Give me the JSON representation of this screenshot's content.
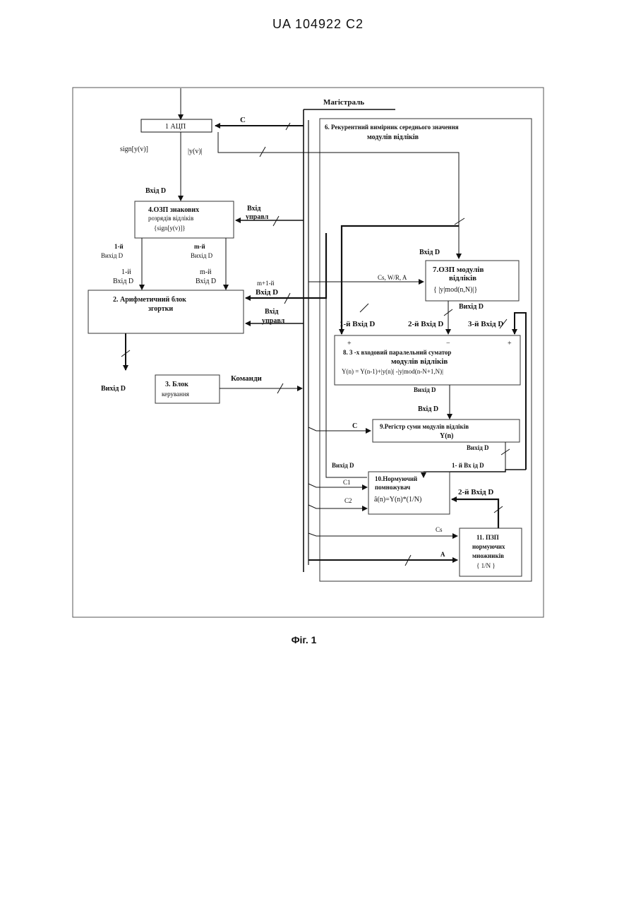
{
  "document": {
    "header": "UA   104922   C2",
    "caption": "Фіг. 1"
  },
  "diagram": {
    "bus_label": "Магістраль",
    "block_adc": "1 АЦП",
    "label_c_top": "C",
    "label_sign": "sign[y(v)]",
    "label_abs": "|y(v)|",
    "block6_title_1": "6. Рекурентний вимірник середнього значення",
    "block6_title_2": "модулів відліків",
    "label_input_d_4": "Вхід D",
    "block4_l1": "4.ОЗП знакових",
    "block4_l2": "розрядів відліків",
    "block4_l3": "{sign[y(v)]}",
    "label_ctrl_in_4a": "Вхід",
    "label_ctrl_in_4b": "управл",
    "out_1_a": "1-й",
    "out_1_b": "Вихід D",
    "out_m_a": "m-й",
    "out_m_b": "Вихід D",
    "in_1_a": "1-й",
    "in_1_b": "Вхід D",
    "in_m_a": "m-й",
    "in_m_b": "Вхід D",
    "in_m1_a": "m+1-й",
    "in_m1_b": "Вхід D",
    "block2_l1": "2. Арифметичний блок",
    "block2_l2": "згортки",
    "label_ctrl_in_2a": "Вхід",
    "label_ctrl_in_2b": "управл",
    "label_output_d": "Вихід  D",
    "block3_l1": "3. Блок",
    "block3_l2": "керування",
    "label_commands": "Команди",
    "label_input_d_7": "Вхід D",
    "block7_l1": "7.ОЗП модулів",
    "block7_l2": "відліків",
    "block7_l3": "{ |y|mod(n,N)|}",
    "label_cs_wr_a": "Cs, W/R, A",
    "label_output_d_7": "Вихід D",
    "in8_1": "1-й Вхід D",
    "in8_2": "2-й Вхід D",
    "in8_3": "3-й Вхід D",
    "sign_plus_1": "+",
    "sign_minus": "−",
    "sign_plus_2": "+",
    "block8_l1": "8.    3 -х входовий паралельний суматор",
    "block8_l2": "модулів  відліків",
    "block8_l3": "Y(n)  =  Y(n-1)+|y(n)| -|y|mod(n-N+1,N)|",
    "label_output_d_8": "Вихід D",
    "label_input_d_9": "Вхід D",
    "label_c_9": "C",
    "block9_l1": "9.Регістр суми модулів відліків",
    "block9_l2": "Y(n)",
    "label_output_d_9": "Вихід D",
    "label_output_d_left": "Вихід D",
    "label_in10_1": "1- й     Вх ід D",
    "label_c1": "C1",
    "label_c2": "C2",
    "block10_l1": "10.Нормуючий",
    "block10_l2": "помножувач",
    "block10_l3": "â(n)=Y(n)*(1/N)",
    "label_in10_2": "2-й Вхід  D",
    "label_cs": "Cs",
    "label_a": "A",
    "block11_l1": "11. ПЗП",
    "block11_l2": "нормуючих",
    "block11_l3": "множників",
    "block11_l4": "{ 1/N }"
  }
}
